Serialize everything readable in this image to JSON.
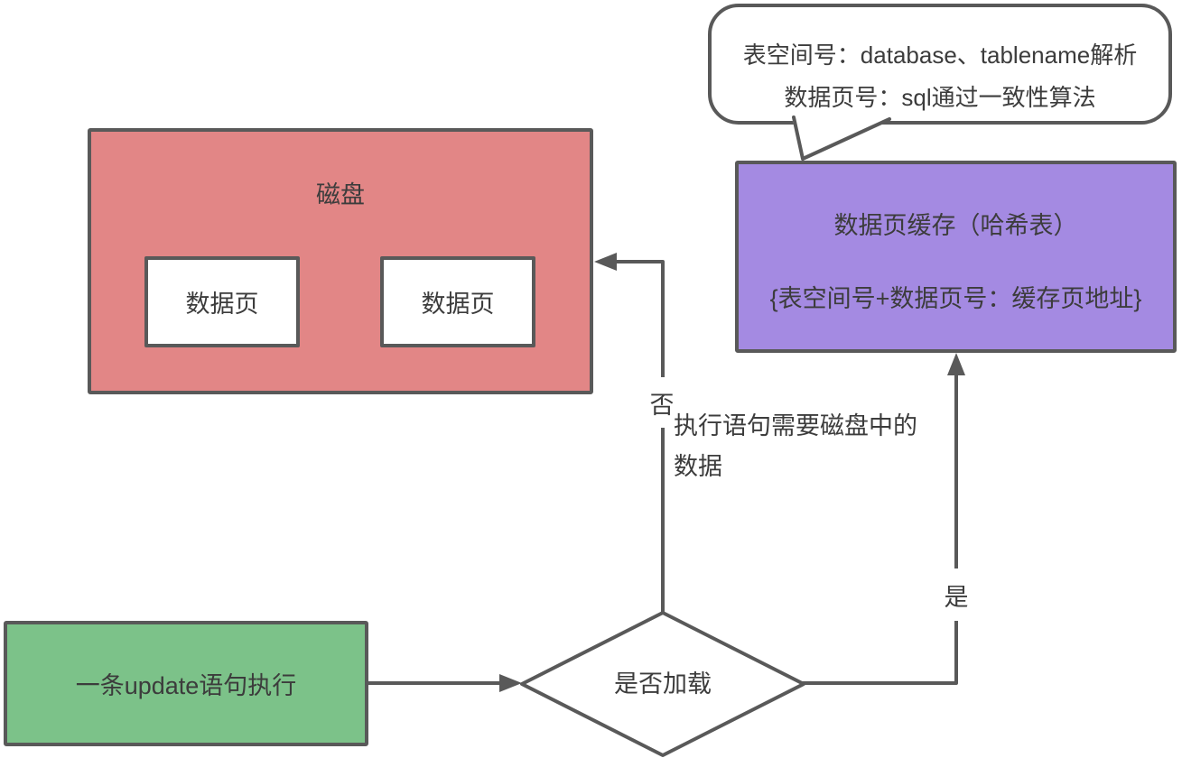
{
  "canvas": {
    "background": "#ffffff",
    "stroke_color": "#595959",
    "text_color": "#3c3c3c"
  },
  "callout": {
    "line1": "表空间号：database、tablename解析",
    "line2": "数据页号：sql通过一致性算法"
  },
  "cache_box": {
    "title": "数据页缓存（哈希表）",
    "mapping": "{表空间号+数据页号：缓存页地址}",
    "fill": "#a48ae2"
  },
  "disk_box": {
    "title": "磁盘",
    "pages": [
      "数据页",
      "数据页"
    ],
    "fill": "#e28686"
  },
  "update_box": {
    "label": "一条update语句执行",
    "fill": "#7cc289"
  },
  "decision": {
    "label": "是否加载"
  },
  "edges": {
    "no_label": "否",
    "yes_label": "是",
    "no_note": "执行语句需要磁盘中的\n数据"
  }
}
